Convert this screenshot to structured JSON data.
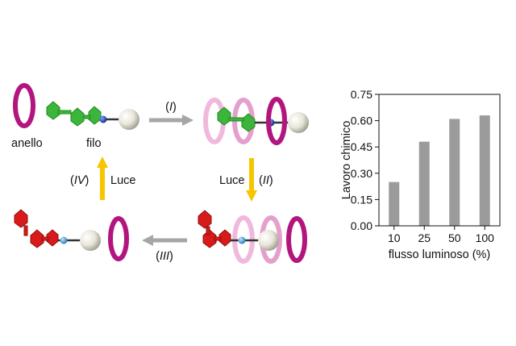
{
  "diagram": {
    "labels": {
      "ring": "anello",
      "thread": "filo",
      "light_left": "Luce",
      "light_right": "Luce"
    },
    "steps": {
      "i": "I",
      "ii": "II",
      "iii": "III",
      "iv": "IV"
    },
    "colors": {
      "ring": "#b3157e",
      "ring_faded": "#f0b9dc",
      "green_unit": "#3bb53b",
      "red_unit": "#d91a1a",
      "yellow_arrow": "#f7c500",
      "gray_arrow": "#a6a6a6",
      "stopper": "#e9e7dc",
      "blue_atom": "#1c3d9e"
    }
  },
  "chart_data": {
    "type": "bar",
    "categories": [
      "10",
      "25",
      "50",
      "100"
    ],
    "values": [
      0.25,
      0.48,
      0.61,
      0.63
    ],
    "ylim": [
      0,
      0.75
    ],
    "yticks": [
      "0.00",
      "0.15",
      "0.30",
      "0.45",
      "0.60",
      "0.75"
    ],
    "xlabel": "flusso luminoso (%)",
    "ylabel": "Lavoro chimico",
    "bar_color": "#9b9b9b"
  }
}
